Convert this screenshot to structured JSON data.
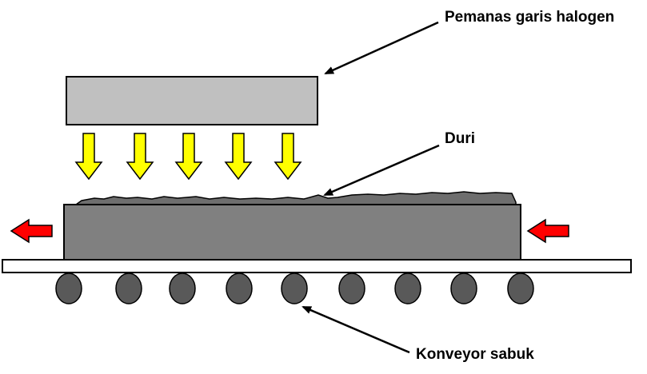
{
  "labels": {
    "heater": "Pemanas garis halogen",
    "burr": "Duri",
    "conveyor": "Konveyor sabuk"
  },
  "colors": {
    "heater_fill": "#c0c0c0",
    "workpiece_fill": "#808080",
    "burr_fill": "#6e6e6e",
    "belt_fill": "#ffffff",
    "roller_fill": "#595959",
    "heat_arrow_fill": "#ffff00",
    "motion_arrow_fill": "#ff0000",
    "stroke": "#000000"
  },
  "icons": {
    "heat_arrows": "down-arrow-icon",
    "motion_arrows": "left-arrow-icon"
  }
}
